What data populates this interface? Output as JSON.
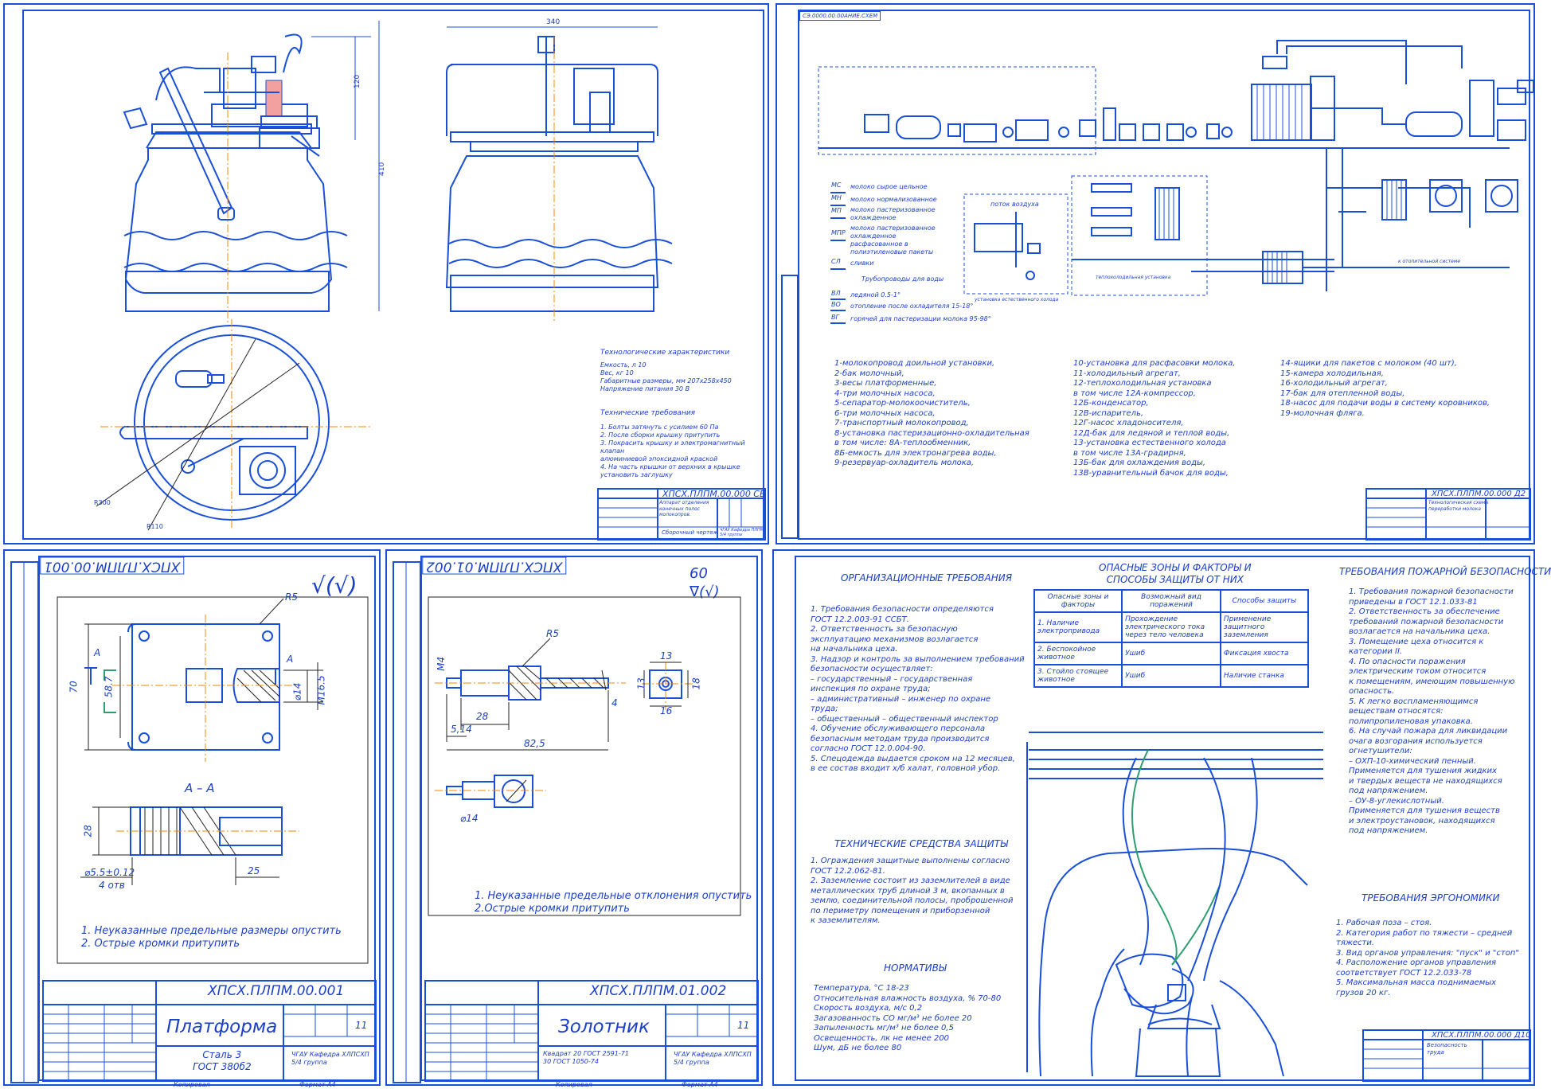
{
  "colors": {
    "line": "#1a4fd8",
    "text": "#1a3fc8",
    "axis": "#f08a00",
    "accent_red": "#f08080",
    "tube_green": "#2e9e6e"
  },
  "sheet_assembly": {
    "dims": {
      "d1": "340",
      "d2": "120",
      "d3": "410",
      "d4": "R300",
      "d5": "R110"
    },
    "tech_title": "Технологические характеристики",
    "tech_specs": "Емкость, л                 10\nВес, кг                     10\nГабаритные размеры, мм    207х258х450\nНапряжение питания        30 В",
    "req_title": "Технические требования",
    "requirements": "1. Болты затянуть с усилием 60 Па\n2. После сборки крышку притупить\n3. Покрасить крышку и электромагнитный клапан\n   алюминиевой эпоксидной краской\n4. На часть крышки от верхних в крышке\n   установить заглушку",
    "code": "ХПСХ.ПЛПМ.00.000 СБ",
    "name": "Аппарат отделения\nконечных полос\nмолокопров.",
    "stamp": "Сборочный чертеж",
    "org": "ЧГАУ Кафедра ПЛПМ\n5/4 группа"
  },
  "sheet_scheme": {
    "corner_label": "СЭ.0000.00.00АНИЕ.СХЕМ",
    "legend_codes": [
      "МС",
      "МН",
      "МП",
      "МПР",
      "СЛ",
      "ВЛ",
      "ВО",
      "ВГ"
    ],
    "legend_texts": [
      "молоко сырое цельное",
      "молоко нормализованное",
      "молоко пастеризованное охлажденное",
      "молоко пастеризованное охлажденное расфасованное в полиэтиленовые пакеты",
      "сливки",
      "ледяной 0.5-1°",
      "отопление после охладителя 15-18°",
      "горячей для пастеризации молока 95-98°"
    ],
    "pipe_title": "Трубопроводы для воды",
    "label_vent": "поток воздуха",
    "label_install1": "установка естественного холода",
    "label_install2": "теплохолодильная установка",
    "label_to_sewage": "к отопительной системе",
    "list_col1": "1-молокопровод доильной установки,\n2-бак молочный,\n3-весы платформенные,\n4-три молочных насоса,\n5-сепаратор-молокоочиститель,\n6-три молочных насоса,\n7-транспортный молокопровод,\n8-установка пастеризационно-охладительная\nв том числе: 8А-теплообменник,\n8Б-емкость для электронагрева воды,\n9-резервуар-охладитель молока,",
    "list_col2": "10-установка для расфасовки молока,\n11-холодильный агрегат,\n12-теплохолодильная установка\nв том числе 12А-компрессор,\n12Б-конденсатор,\n12В-испаритель,\n12Г-насос хладоносителя,\n12Д-бак для ледяной и теплой воды,\n13-установка естественного холода\nв том числе 13А-градирня,\n13Б-бак для охлаждения воды,\n13В-уравнительный бачок для воды,",
    "list_col3": "14-ящики для пакетов с молоком (40 шт),\n15-камера холодильная,\n16-холодильный агрегат,\n17-бак для отепленной воды,\n18-насос для подачи воды в систему коровников,\n19-молочная фляга.",
    "code": "ХПСХ.ПЛПМ.00.000 Д2",
    "name": "Технологическая схема\nпереработки молока"
  },
  "sheet_platform": {
    "mirror_code": "ХПСХ.ПЛПМ.00.001",
    "roughness": "√(√)",
    "dims": {
      "r": "R5",
      "a": "A",
      "w": "70",
      "h": "58.7",
      "d": "⌀14",
      "m": "M16.5",
      "sec": "A – A",
      "t": "28",
      "hole": "⌀5.5±0.12",
      "holes": "4 отв",
      "l": "25"
    },
    "notes": "1. Неуказанные предельные размеры опустить\n2. Острые кромки притупить",
    "code": "ХПСХ.ПЛПМ.00.001",
    "name": "Платформа",
    "material": "Сталь 3\nГОСТ 380б2",
    "scale": "11",
    "org": "ЧГАУ Кафедра ХЛПСХП\n5/4 группа",
    "copied": "Копировал",
    "format": "Формат   А4"
  },
  "sheet_spool": {
    "mirror_code": "ХПСХ.ПЛПМ.01.002",
    "roughness": "60\n∇(√)",
    "dims": {
      "r": "R5",
      "m": "M4",
      "a": "28",
      "b": "5,14",
      "c": "82,5",
      "e": "13",
      "f": "18",
      "g": "16",
      "h": "4",
      "d": "⌀14"
    },
    "notes": "1. Неуказанные предельные отклонения опустить\n2.Острые кромки притупить",
    "code": "ХПСХ.ПЛПМ.01.002",
    "name": "Золотник",
    "material": "Квадрат 20 ГОСТ 2591-71\n          30 ГОСТ 1050-74",
    "scale": "11",
    "org": "ЧГАУ Кафедра ХЛПСХП\n5/4 группа",
    "copied": "Копировал",
    "format": "Формат   А4"
  },
  "sheet_safety": {
    "h_org": "ОРГАНИЗАЦИОННЫЕ ТРЕБОВАНИЯ",
    "org_text": "1. Требования безопасности определяются\n   ГОСТ 12.2.003-91 ССБТ.\n2. Ответственность за безопасную\n   эксплуатацию механизмов возлагается\n   на начальника цеха.\n3. Надзор и контроль за выполнением требований\n   безопасности осуществляет:\n   – государственный – государственная\n     инспекция по охране труда;\n   – административный – инженер по охране\n     труда;\n   – общественный – общественный инспектор\n4. Обучение обслуживающего персонала\n   безопасным методам труда производится\n   согласно ГОСТ 12.0.004-90.\n5. Спецодежда выдается сроком на 12 месяцев,\n   в ее состав входит х/б халат, головной убор.",
    "h_danger": "ОПАСНЫЕ ЗОНЫ И ФАКТОРЫ И\nСПОСОБЫ ЗАЩИТЫ ОТ НИХ",
    "table_head": [
      "Опасные зоны и факторы",
      "Возможный вид поражений",
      "Способы защиты"
    ],
    "table_rows": [
      [
        "1. Наличие электропривода",
        "Прохождение электрического тока через тело человека",
        "Применение защитного заземления"
      ],
      [
        "2. Беспокойное животное",
        "Ушиб",
        "Фиксация хвоста"
      ],
      [
        "3. Стойло стоящее животное",
        "Ушиб",
        "Наличие станка"
      ]
    ],
    "h_tech": "ТЕХНИЧЕСКИЕ СРЕДСТВА ЗАЩИТЫ",
    "tech_text": "1. Ограждения защитные выполнены согласно\n   ГОСТ 12.2.062-81.\n2. Заземление состоит из заземлителей в виде\n   металлических труб длиной 3 м, вкопанных в\n   землю, соединительной полосы, проброшенной\n   по периметру помещения и приборзенной\n   к заземлителям.",
    "h_norm": "НОРМАТИВЫ",
    "norm_text": "Температура, °С                            18-23\nОтносительная влажность воздуха, %    70-80\nСкорость воздуха, м/с                      0,2\nЗагазованность СО мг/м³           не более 20\nЗапыленность мг/м³                  не более 0,5\nОсвещенность, лк                     не менее 200\nШум, дБ                                  не более 80",
    "h_fire": "ТРЕБОВАНИЯ ПОЖАРНОЙ БЕЗОПАСНОСТИ",
    "fire_text": "1. Требования пожарной безопасности\n   приведены в ГОСТ 12.1.033-81\n2. Ответственность за обеспечение\n   требований пожарной безопасности\n   возлагается на начальника цеха.\n3. Помещение цеха относится к\n   категории II.\n4. По опасности поражения\n   электрическим током относится\n   к помещениям, имеющим повышенную\n   опасность.\n5. К легко воспламеняющимся\n   веществам относятся:\n   полипропиленовая упаковка.\n6. На случай пожара для ликвидации\n   очага возгорания используется\n   огнетушители:\n   – ОХП-10-химический пенный.\n   Применяется для тушения жидких\n   и твердых веществ не находящихся\n   под напряжением.\n   – ОУ-8-углекислотный.\n   Применяется для тушения веществ\n   и электроустановок, находящихся\n   под напряжением.",
    "h_ergo": "ТРЕБОВАНИЯ ЭРГОНОМИКИ",
    "ergo_text": "1. Рабочая поза – стоя.\n2. Категория работ по тяжести – средней\n   тяжести.\n3. Вид органов управления: \"пуск\" и \"стоп\"\n4. Расположение органов управления\n   соответствует ГОСТ 12.2.033-78\n5. Максимальная масса поднимаемых\n   грузов 20 кг.",
    "code": "ХПСХ.ПЛПМ.00.000 Д10",
    "name": "Безопасность\nтруда"
  }
}
